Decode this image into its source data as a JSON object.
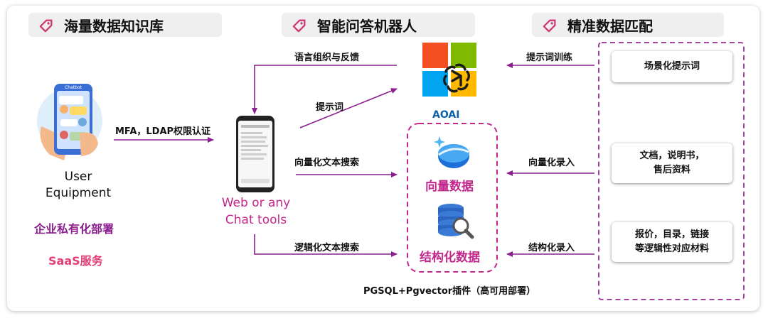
{
  "headers": {
    "knowledge": "海量数据知识库",
    "qa": "智能问答机器人",
    "match": "精准数据匹配"
  },
  "user": {
    "line1": "User",
    "line2": "Equipment",
    "deploy_private": "企业私有化部署",
    "deploy_saas": "SaaS服务",
    "phone_screen_title": "Chatbot"
  },
  "client": {
    "line1": "Web or any",
    "line2": "Chat tools"
  },
  "arrows": {
    "auth": "MFA，LDAP权限认证",
    "lang_feedback": "语言组织与反馈",
    "prompt": "提示词",
    "vector_search": "向量化文本搜索",
    "logic_search": "逻辑化文本搜索",
    "prompt_training": "提示词训练",
    "vector_input": "向量化录入",
    "struct_input": "结构化录入"
  },
  "center": {
    "aoai": "AOAI",
    "vector_data": "向量数据",
    "struct_data": "结构化数据",
    "footer": "PGSQL+Pgvector插件（高可用部署）"
  },
  "right_boxes": {
    "scene_prompt": "场景化提示词",
    "docs_line1": "文档，说明书，",
    "docs_line2": "售后资料",
    "quote_line1": "报价，目录，链接",
    "quote_line2": "等逻辑性对应材料"
  },
  "colors": {
    "arrow": "#8b1e8f",
    "dashed": "#a0449f",
    "accent_magenta": "#c2288c",
    "accent_pink": "#e33d78",
    "header_bg": "#efefef"
  }
}
